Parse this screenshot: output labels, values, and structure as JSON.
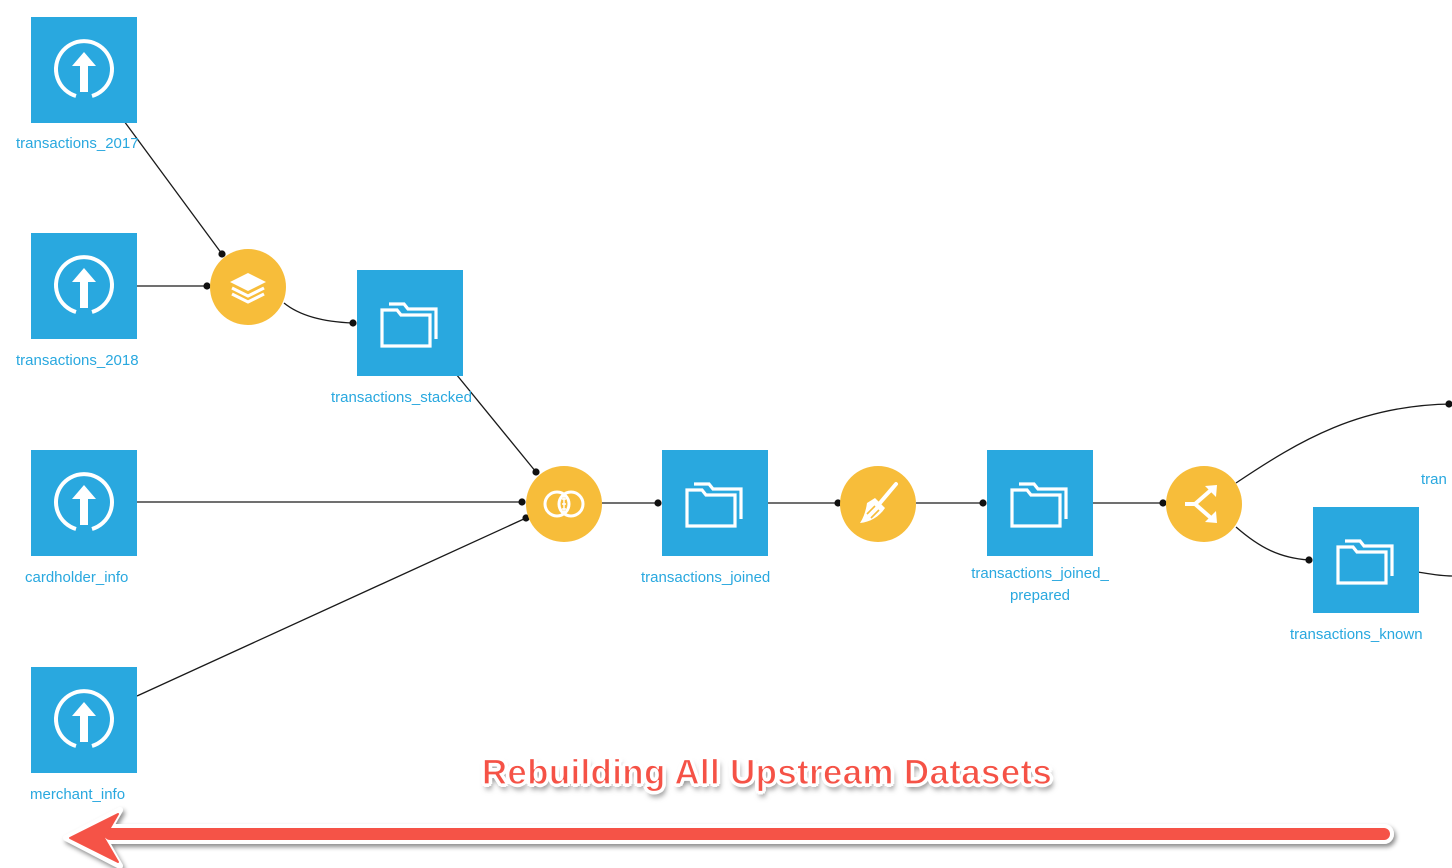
{
  "colors": {
    "dataset": "#29a8df",
    "recipe": "#f7bd3a",
    "label": "#29a8df",
    "edge": "#1a1a1a",
    "banner": "#f55246",
    "arrow": "#f55246"
  },
  "nodes": {
    "transactions_2017": {
      "label": "transactions_2017",
      "icon": "upload-icon"
    },
    "transactions_2018": {
      "label": "transactions_2018",
      "icon": "upload-icon"
    },
    "cardholder_info": {
      "label": "cardholder_info",
      "icon": "upload-icon"
    },
    "merchant_info": {
      "label": "merchant_info",
      "icon": "upload-icon"
    },
    "transactions_stacked": {
      "label": "transactions_stacked",
      "icon": "folder-icon"
    },
    "transactions_joined": {
      "label": "transactions_joined",
      "icon": "folder-icon"
    },
    "transactions_joined_prepared": {
      "label_line1": "transactions_joined_",
      "label_line2": "prepared",
      "icon": "folder-icon"
    },
    "transactions_known": {
      "label": "transactions_known",
      "icon": "folder-icon"
    },
    "transactions_unknown_cropped": {
      "label": "tran",
      "icon": "folder-icon"
    }
  },
  "recipes": {
    "stack": {
      "icon": "stack-layers-icon"
    },
    "join": {
      "icon": "join-circles-icon"
    },
    "prepare": {
      "icon": "broom-icon"
    },
    "split": {
      "icon": "split-arrows-icon"
    }
  },
  "annotation": {
    "text": "Rebuilding All Upstream Datasets",
    "arrow_direction": "left"
  }
}
